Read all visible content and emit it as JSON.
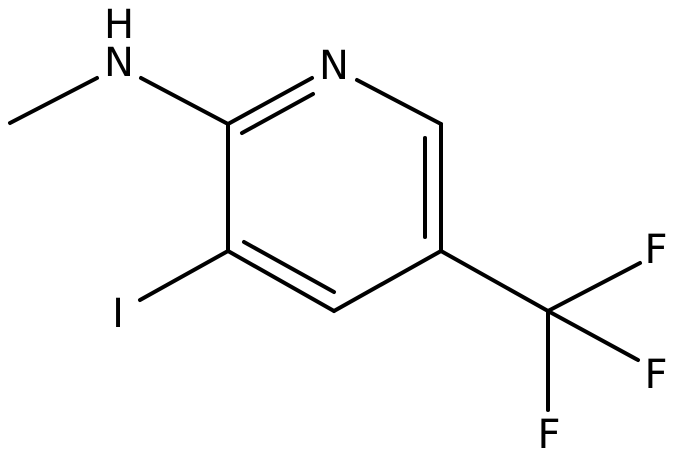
{
  "molecule": {
    "atoms": {
      "nh": "N",
      "h": "H",
      "n_ring": "N",
      "iodine": "I",
      "f_top": "F",
      "f_mid": "F",
      "f_bottom": "F"
    },
    "colors": {
      "bond": "#000000",
      "label": "#000000",
      "background": "#ffffff"
    }
  }
}
